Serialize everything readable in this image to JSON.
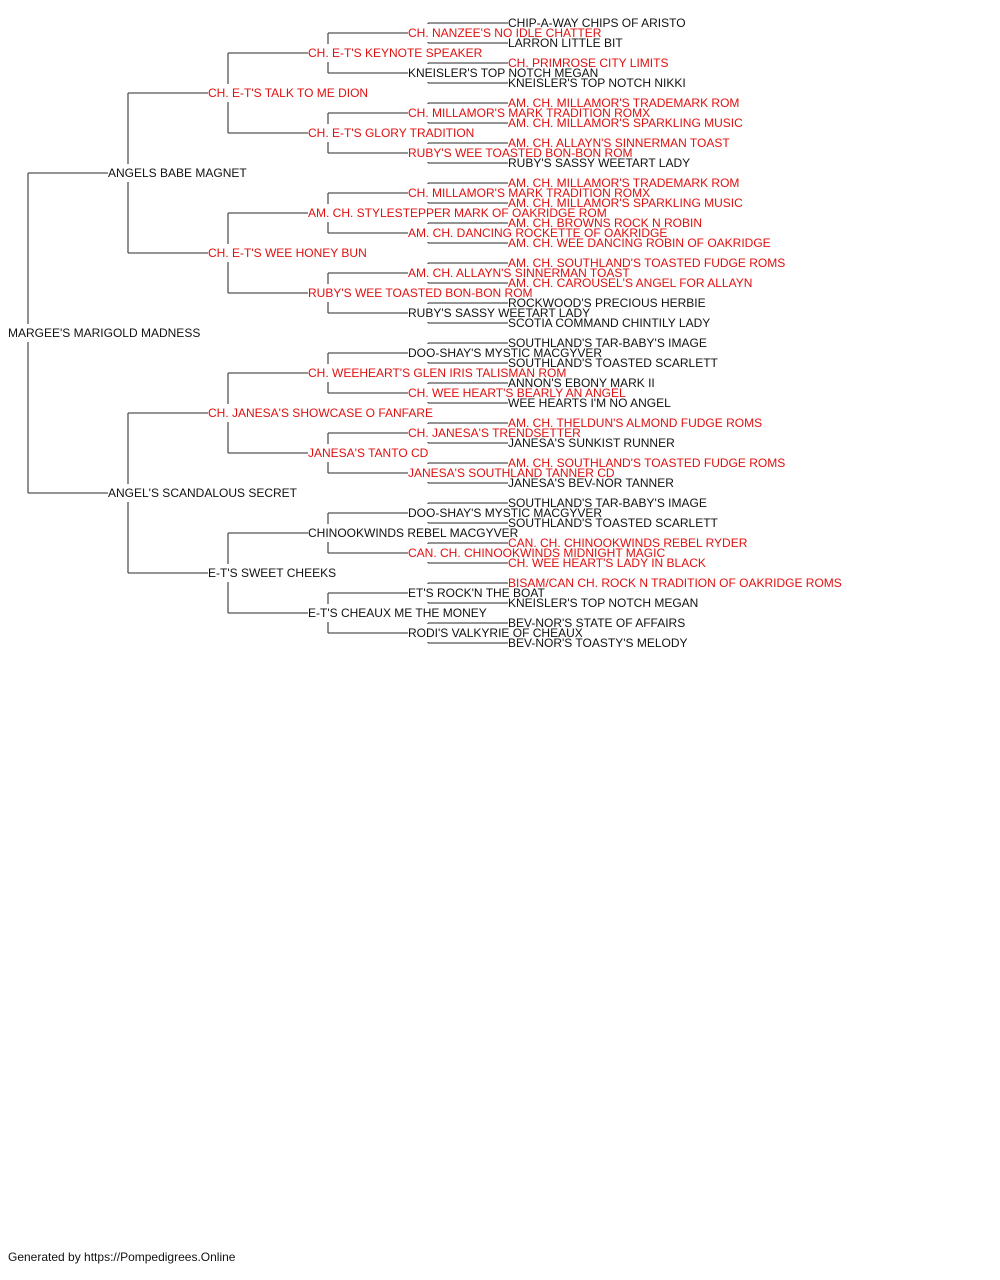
{
  "colors": {
    "champion": "#e01010",
    "regular": "#111111",
    "line": "#555555"
  },
  "pedigree": {
    "name": "MARGEE'S MARIGOLD MADNESS",
    "champion": false,
    "sire": {
      "name": "ANGELS BABE MAGNET",
      "champion": false,
      "sire": {
        "name": "CH. E-T'S TALK TO ME DION",
        "champion": true,
        "sire": {
          "name": "CH. E-T'S KEYNOTE SPEAKER",
          "champion": true,
          "sire": {
            "name": "CH. NANZEE'S NO IDLE CHATTER",
            "champion": true,
            "sire": {
              "name": "CHIP-A-WAY CHIPS OF ARISTO",
              "champion": false
            },
            "dam": {
              "name": "LARRON LITTLE BIT",
              "champion": false
            }
          },
          "dam": {
            "name": "KNEISLER'S TOP NOTCH MEGAN",
            "champion": false,
            "sire": {
              "name": "CH. PRIMROSE CITY LIMITS",
              "champion": true
            },
            "dam": {
              "name": "KNEISLER'S TOP NOTCH NIKKI",
              "champion": false
            }
          }
        },
        "dam": {
          "name": "CH. E-T'S GLORY TRADITION",
          "champion": true,
          "sire": {
            "name": "CH. MILLAMOR'S MARK TRADITION ROMX",
            "champion": true,
            "sire": {
              "name": "AM. CH. MILLAMOR'S TRADEMARK ROM",
              "champion": true
            },
            "dam": {
              "name": "AM. CH. MILLAMOR'S SPARKLING MUSIC",
              "champion": true
            }
          },
          "dam": {
            "name": "RUBY'S WEE TOASTED BON-BON ROM",
            "champion": true,
            "sire": {
              "name": "AM. CH. ALLAYN'S SINNERMAN TOAST",
              "champion": true
            },
            "dam": {
              "name": "RUBY'S SASSY WEETART LADY",
              "champion": false
            }
          }
        }
      },
      "dam": {
        "name": "CH. E-T'S WEE HONEY BUN",
        "champion": true,
        "sire": {
          "name": "AM. CH. STYLESTEPPER MARK OF OAKRIDGE ROM",
          "champion": true,
          "sire": {
            "name": "CH. MILLAMOR'S MARK TRADITION ROMX",
            "champion": true,
            "sire": {
              "name": "AM. CH. MILLAMOR'S TRADEMARK ROM",
              "champion": true
            },
            "dam": {
              "name": "AM. CH. MILLAMOR'S SPARKLING MUSIC",
              "champion": true
            }
          },
          "dam": {
            "name": "AM. CH. DANCING ROCKETTE OF OAKRIDGE",
            "champion": true,
            "sire": {
              "name": "AM. CH. BROWNS ROCK N ROBIN",
              "champion": true
            },
            "dam": {
              "name": "AM. CH. WEE DANCING ROBIN OF OAKRIDGE",
              "champion": true
            }
          }
        },
        "dam": {
          "name": "RUBY'S WEE TOASTED BON-BON ROM",
          "champion": true,
          "sire": {
            "name": "AM. CH. ALLAYN'S SINNERMAN TOAST",
            "champion": true,
            "sire": {
              "name": "AM. CH. SOUTHLAND'S TOASTED FUDGE ROMS",
              "champion": true
            },
            "dam": {
              "name": "AM. CH. CAROUSEL'S ANGEL FOR ALLAYN",
              "champion": true
            }
          },
          "dam": {
            "name": "RUBY'S SASSY WEETART LADY",
            "champion": false,
            "sire": {
              "name": "ROCKWOOD'S PRECIOUS HERBIE",
              "champion": false
            },
            "dam": {
              "name": "SCOTIA COMMAND CHINTILY LADY",
              "champion": false
            }
          }
        }
      }
    },
    "dam": {
      "name": "ANGEL'S SCANDALOUS SECRET",
      "champion": false,
      "sire": {
        "name": "CH. JANESA'S SHOWCASE O FANFARE",
        "champion": true,
        "sire": {
          "name": "CH. WEEHEART'S GLEN IRIS TALISMAN ROM",
          "champion": true,
          "sire": {
            "name": "DOO-SHAY'S MYSTIC MACGYVER",
            "champion": false,
            "sire": {
              "name": "SOUTHLAND'S TAR-BABY'S IMAGE",
              "champion": false
            },
            "dam": {
              "name": "SOUTHLAND'S TOASTED SCARLETT",
              "champion": false
            }
          },
          "dam": {
            "name": "CH. WEE HEART'S BEARLY AN ANGEL",
            "champion": true,
            "sire": {
              "name": "ANNON'S EBONY MARK II",
              "champion": false
            },
            "dam": {
              "name": "WEE HEARTS I'M NO ANGEL",
              "champion": false
            }
          }
        },
        "dam": {
          "name": "JANESA'S TANTO CD",
          "champion": true,
          "sire": {
            "name": "CH. JANESA'S TRENDSETTER",
            "champion": true,
            "sire": {
              "name": "AM. CH. THELDUN'S ALMOND FUDGE ROMS",
              "champion": true
            },
            "dam": {
              "name": "JANESA'S SUNKIST RUNNER",
              "champion": false
            }
          },
          "dam": {
            "name": "JANESA'S SOUTHLAND TANNER CD",
            "champion": true,
            "sire": {
              "name": "AM. CH. SOUTHLAND'S TOASTED FUDGE ROMS",
              "champion": true
            },
            "dam": {
              "name": "JANESA'S BEV-NOR TANNER",
              "champion": false
            }
          }
        }
      },
      "dam": {
        "name": "E-T'S SWEET CHEEKS",
        "champion": false,
        "sire": {
          "name": "CHINOOKWINDS REBEL MACGYVER",
          "champion": false,
          "sire": {
            "name": "DOO-SHAY'S MYSTIC MACGYVER",
            "champion": false,
            "sire": {
              "name": "SOUTHLAND'S TAR-BABY'S IMAGE",
              "champion": false
            },
            "dam": {
              "name": "SOUTHLAND'S TOASTED SCARLETT",
              "champion": false
            }
          },
          "dam": {
            "name": "CAN. CH. CHINOOKWINDS MIDNIGHT MAGIC",
            "champion": true,
            "sire": {
              "name": "CAN. CH. CHINOOKWINDS REBEL RYDER",
              "champion": true
            },
            "dam": {
              "name": "CH. WEE HEART'S LADY IN BLACK",
              "champion": true
            }
          }
        },
        "dam": {
          "name": "E-T'S CHEAUX ME THE MONEY",
          "champion": false,
          "sire": {
            "name": "ET'S ROCK'N THE BOAT",
            "champion": false,
            "sire": {
              "name": "BISAM/CAN CH. ROCK N TRADITION OF OAKRIDGE ROMS",
              "champion": true
            },
            "dam": {
              "name": "KNEISLER'S TOP NOTCH MEGAN",
              "champion": false
            }
          },
          "dam": {
            "name": "RODI'S VALKYRIE OF CHEAUX",
            "champion": false,
            "sire": {
              "name": "BEV-NOR'S STATE OF AFFAIRS",
              "champion": false
            },
            "dam": {
              "name": "BEV-NOR'S TOASTY'S MELODY",
              "champion": false
            }
          }
        }
      }
    }
  },
  "footer": "Generated by https://Pompedigrees.Online"
}
